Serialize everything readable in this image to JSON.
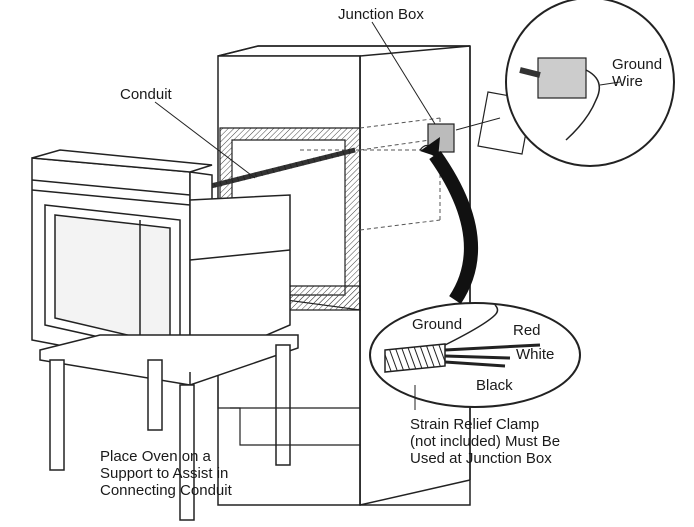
{
  "labels": {
    "junction_box": "Junction Box",
    "conduit": "Conduit",
    "ground_wire": [
      "Ground",
      "Wire"
    ],
    "ground": "Ground",
    "red": "Red",
    "white": "White",
    "black": "Black",
    "strain_relief": [
      "Strain Relief Clamp",
      "(not included) Must Be",
      "Used at Junction Box"
    ],
    "support_note": [
      "Place Oven on a",
      "Support to Assist in",
      "Connecting Conduit"
    ]
  }
}
